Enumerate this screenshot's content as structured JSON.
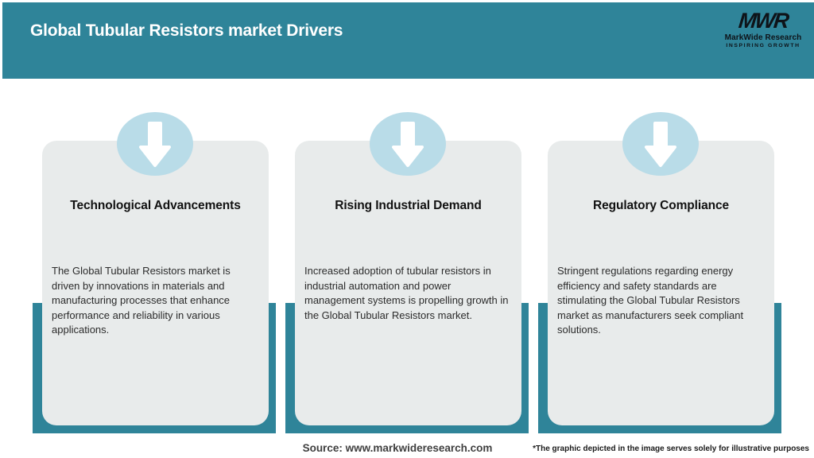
{
  "header": {
    "title": "Global Tubular Resistors market Drivers",
    "logo": {
      "monogram": "MWR",
      "name": "MarkWide Research",
      "tagline": "INSPIRING GROWTH"
    }
  },
  "cards": [
    {
      "title": "Technological Advancements",
      "body": "The Global Tubular Resistors market is driven by innovations in materials and manufacturing processes that enhance performance and reliability in various applications."
    },
    {
      "title": "Rising Industrial Demand",
      "body": "Increased adoption of tubular resistors in industrial automation and power management systems is propelling growth in the Global Tubular Resistors market."
    },
    {
      "title": "Regulatory Compliance",
      "body": "Stringent regulations regarding energy efficiency and safety standards are stimulating the Global Tubular Resistors market as manufacturers seek compliant solutions."
    }
  ],
  "footer": {
    "source": "Source: www.markwideresearch.com",
    "disclaimer": "*The graphic depicted in the image serves solely for illustrative purposes"
  },
  "icons": [
    {
      "name": "arrow-down-icon",
      "meaning": "driver indicator arrow"
    }
  ],
  "colors": {
    "header_teal": "#2f8499",
    "band_teal": "#2f8499",
    "card_bg": "#e8ebeb",
    "bubble_blue": "#b9dce8",
    "title_text": "#ffffff",
    "body_text": "#2b2b2b",
    "logo_ink": "#0e1319"
  }
}
